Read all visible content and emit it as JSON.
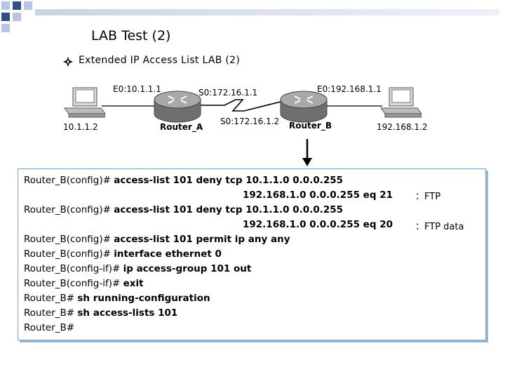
{
  "slide": {
    "title": "LAB Test (2)",
    "bullet_icon": "diamond-bullet-icon",
    "subtitle": "Extended IP Access List LAB (2)"
  },
  "diagram": {
    "host_left": {
      "icon": "pc-icon",
      "ip": "10.1.1.2"
    },
    "router_a": {
      "icon": "router-icon",
      "name": "Router_A",
      "e0": "E0:10.1.1.1",
      "s0": "S0:172.16.1.1"
    },
    "router_b": {
      "icon": "router-icon",
      "name": "Router_B",
      "e0": "E0:192.168.1.1",
      "s0": "S0:172.16.1.2"
    },
    "host_right": {
      "icon": "pc-icon",
      "ip": "192.168.1.2"
    },
    "arrow_icon": "arrow-down-icon"
  },
  "config": {
    "lines": [
      {
        "prompt": "Router_B(config)#",
        "command": "access-list 101 deny tcp 10.1.1.0  0.0.0.255"
      },
      {
        "prompt": "",
        "command": "192.168.1.0 0.0.0.255 eq 21"
      },
      {
        "prompt": "Router_B(config)#",
        "command": "access-list 101 deny tcp 10.1.1.0  0.0.0.255"
      },
      {
        "prompt": "",
        "command": "192.168.1.0 0.0.0.255 eq 20"
      },
      {
        "prompt": "Router_B(config)#",
        "command": "access-list 101 permit ip any any"
      },
      {
        "prompt": "Router_B(config)#",
        "command": "interface ethernet 0"
      },
      {
        "prompt": "Router_B(config-if)#",
        "command": "ip access-group 101 out"
      },
      {
        "prompt": "Router_B(config-if)#",
        "command": "exit"
      },
      {
        "prompt": "Router_B#",
        "command": "sh running-configuration"
      },
      {
        "prompt": "Router_B#",
        "command": "sh access-lists 101"
      },
      {
        "prompt": "Router_B#",
        "command": ""
      }
    ],
    "notes": [
      "：FTP",
      "：FTP data"
    ]
  },
  "colors": {
    "corner_dark": "#2f4e8a",
    "corner_light": "#b7c7e3",
    "box_border": "#7aa4c9",
    "router_body": "#8a8a8a"
  }
}
